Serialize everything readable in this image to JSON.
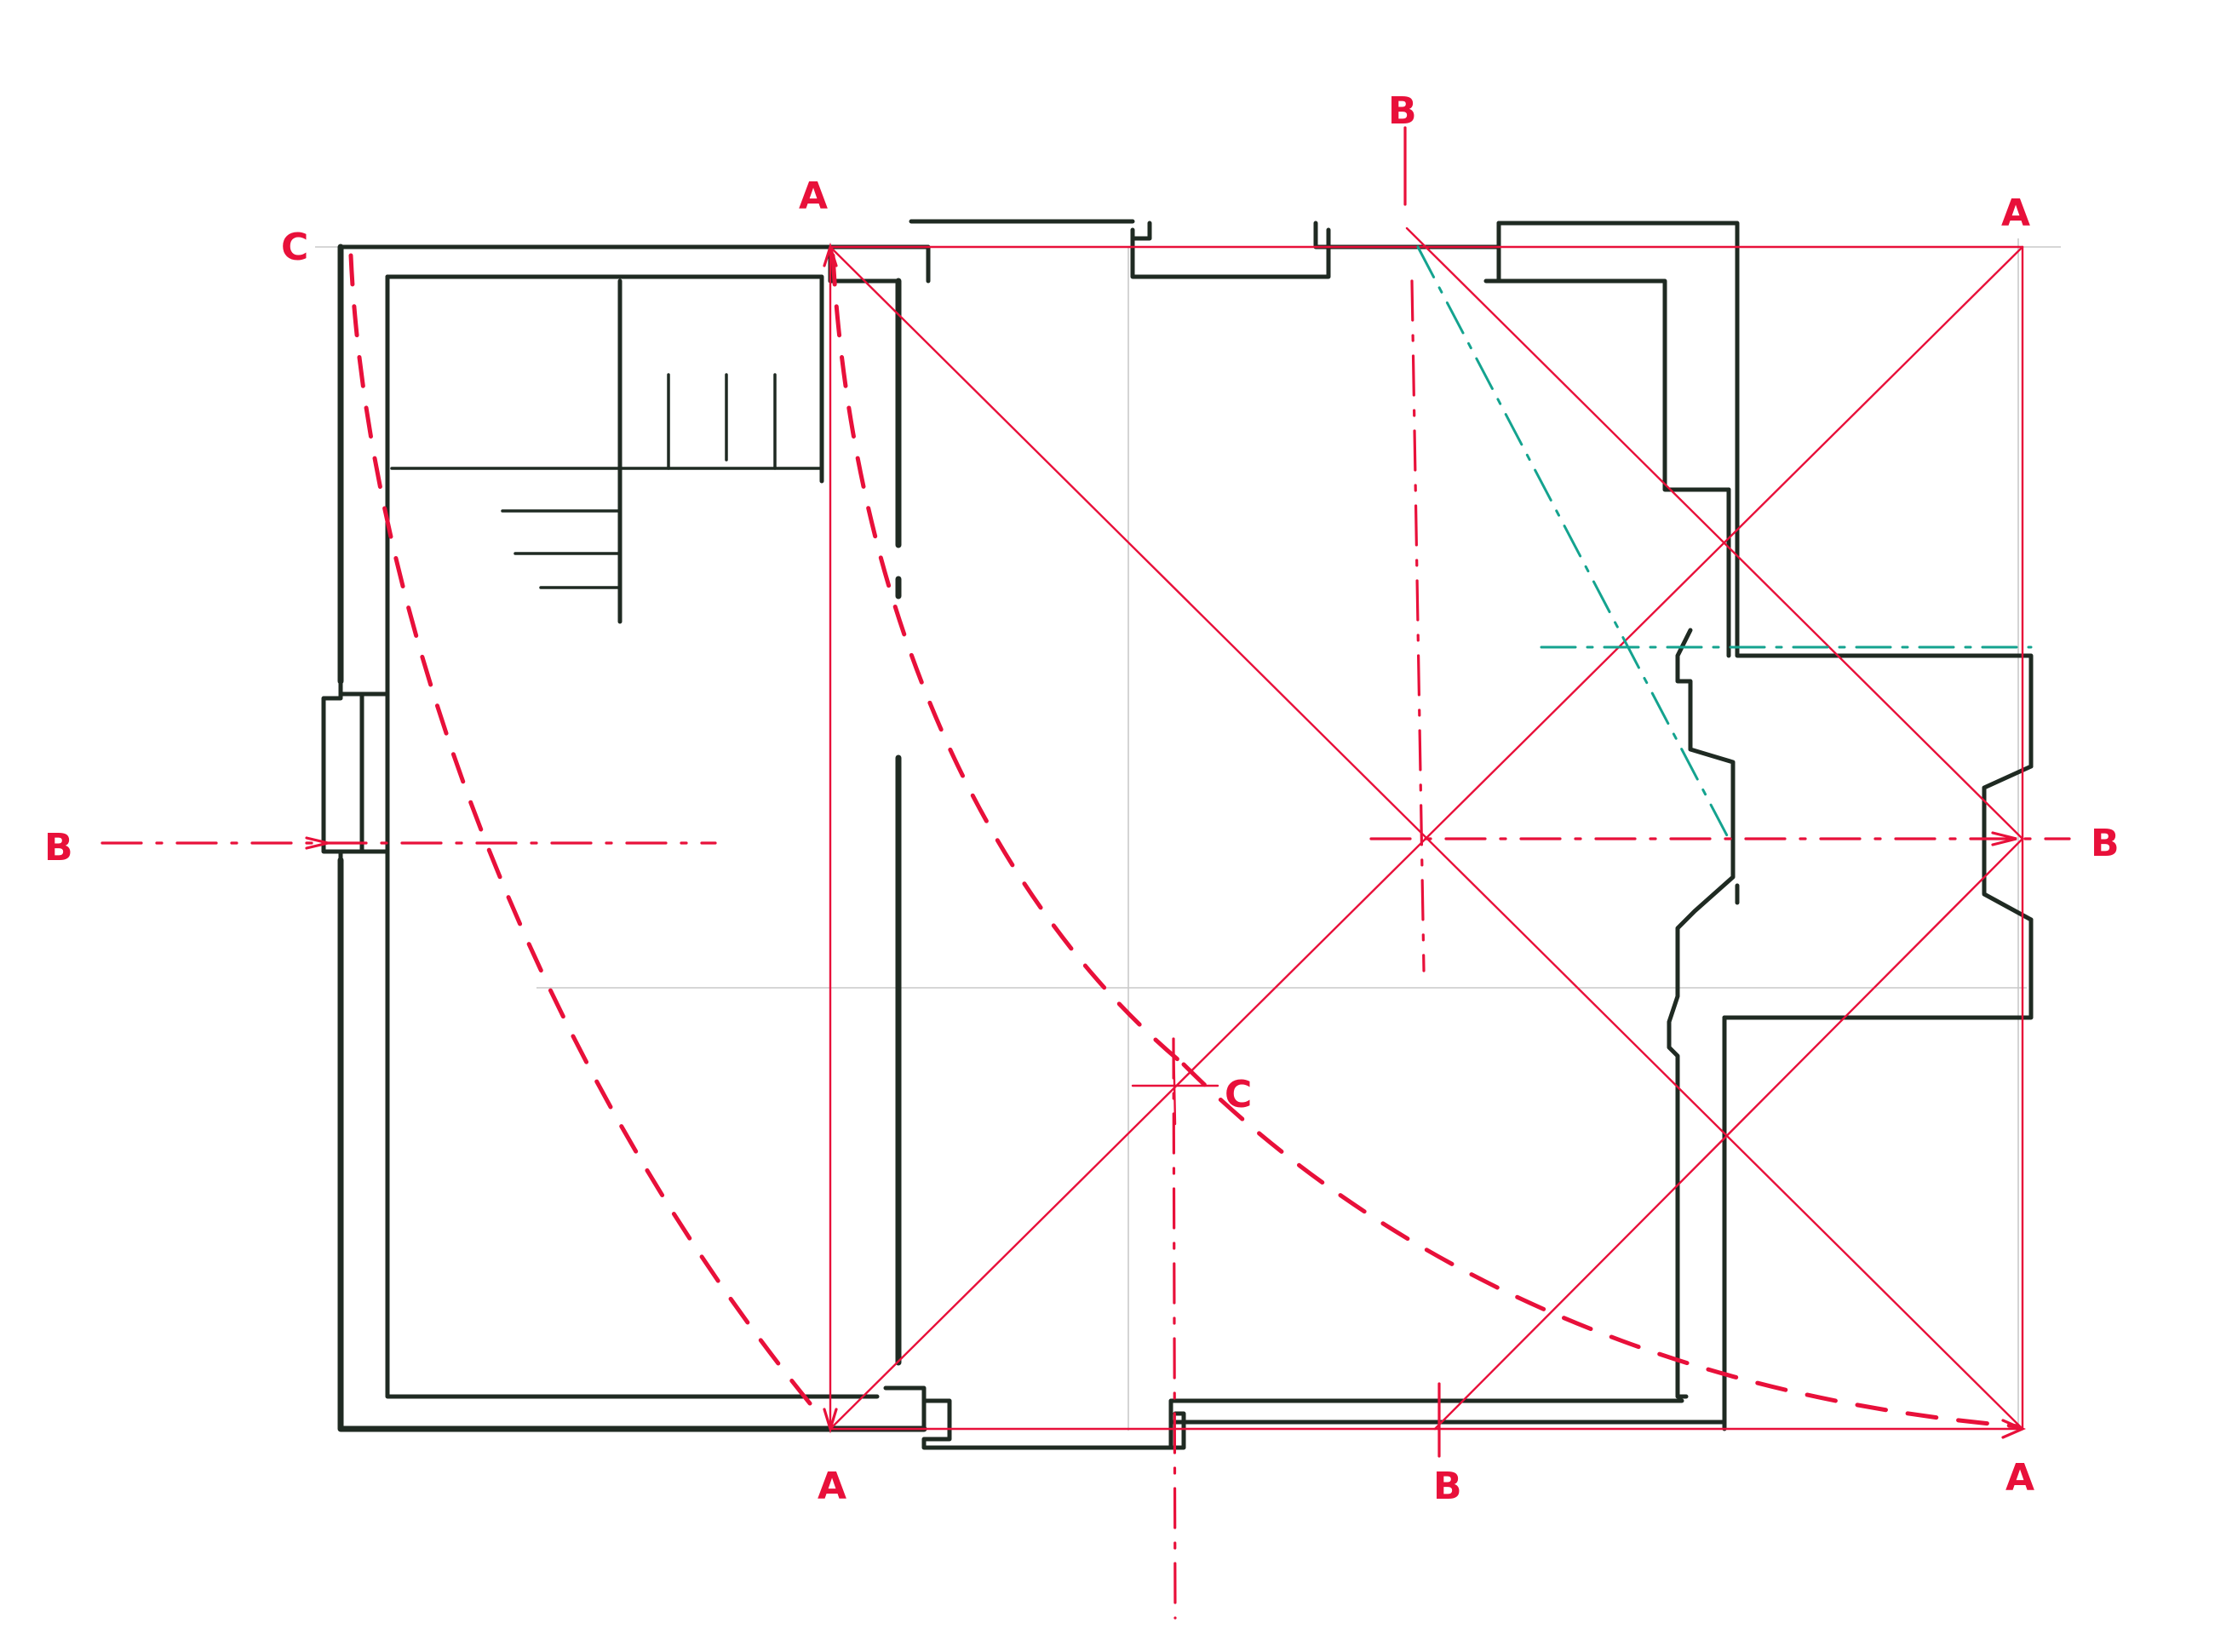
{
  "colors": {
    "ink": "#1f2a22",
    "construction": "#e8103a",
    "accent": "#14a38f",
    "paper": "#ffffff"
  },
  "labels": {
    "a_top_left": "A",
    "a_top_right": "A",
    "a_bottom_left": "A",
    "a_bottom_right": "A",
    "b_top": "B",
    "b_left": "B",
    "b_right": "B",
    "b_bottom": "B",
    "c_top_left": "C",
    "c_center": "C"
  }
}
